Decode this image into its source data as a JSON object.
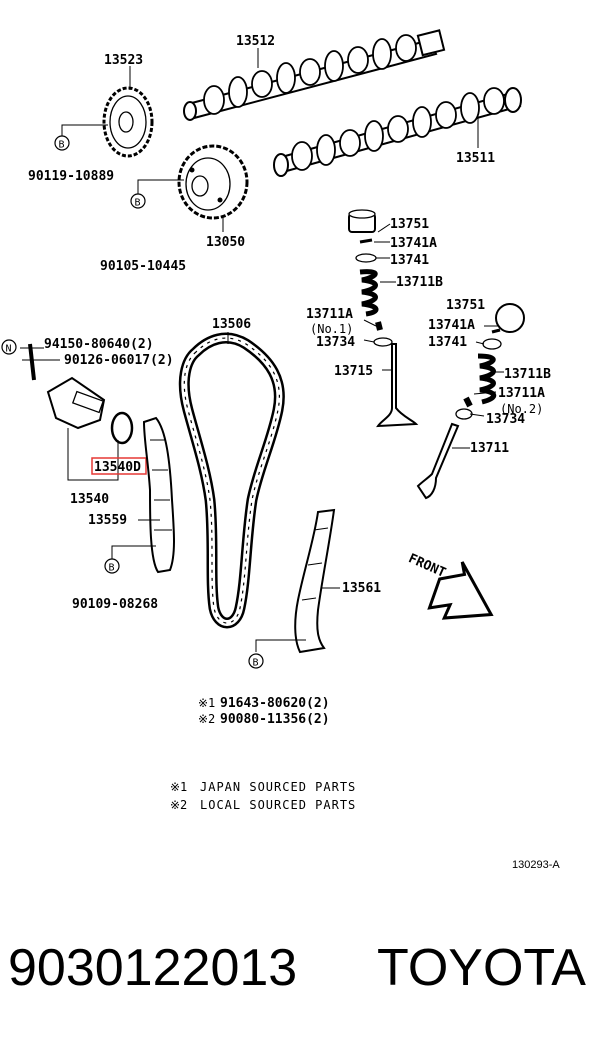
{
  "labels": {
    "p13523": "13523",
    "p13512": "13512",
    "p90119": "90119-10889",
    "p13050": "13050",
    "p90105": "90105-10445",
    "p13511": "13511",
    "p13751a": "13751",
    "p13741Aa": "13741A",
    "p13741a": "13741",
    "p13711Ba": "13711B",
    "p13711Aa": "13711A",
    "no1": "(No.1)",
    "p13734a": "13734",
    "p13715": "13715",
    "p13751b": "13751",
    "p13741Ab": "13741A",
    "p13741b": "13741",
    "p13711Bb": "13711B",
    "p13711Ab": "13711A",
    "no2": "(No.2)",
    "p13734b": "13734",
    "p13711": "13711",
    "p13506": "13506",
    "p94150": "94150-80640(2)",
    "p90126": "90126-06017(2)",
    "p13540box": "13540D",
    "p13540": "13540",
    "p13559": "13559",
    "p90109": "90109-08268",
    "p13561": "13561",
    "front": "FRONT",
    "p91643": "91643-80620(2)",
    "p90080": "90080-11356(2)",
    "mark1": "※1",
    "mark2": "※2",
    "note1": "JAPAN SOURCED PARTS",
    "note2": "LOCAL SOURCED PARTS",
    "ref": "130293-A",
    "symB": "B",
    "symN": "N"
  },
  "footer": {
    "part_number": "9030122013",
    "brand": "TOYOTA"
  },
  "colors": {
    "highlight": "#e53935",
    "ink": "#000000"
  }
}
